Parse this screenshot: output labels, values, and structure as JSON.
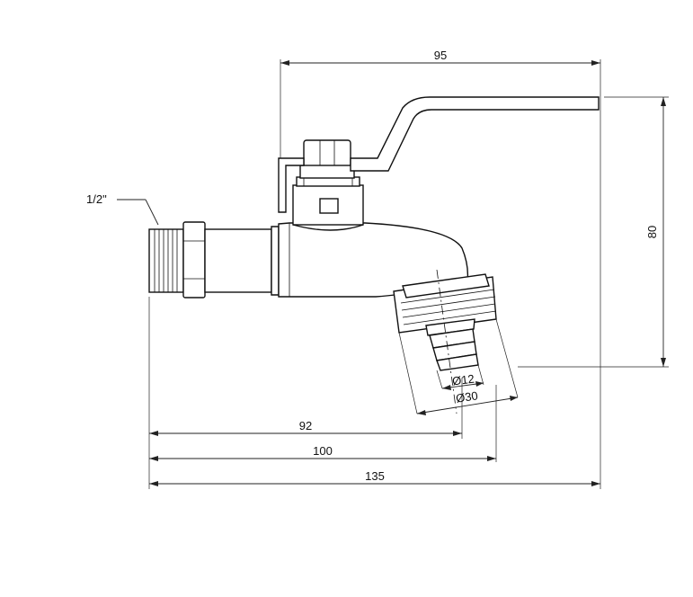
{
  "drawing": {
    "labels": {
      "thread": "1/2\"",
      "dim_top": "95",
      "dim_height": "80",
      "dim_inner_dia": "Ø12",
      "dim_outer_dia": "Ø30",
      "dim_92": "92",
      "dim_100": "100",
      "dim_135": "135"
    }
  }
}
